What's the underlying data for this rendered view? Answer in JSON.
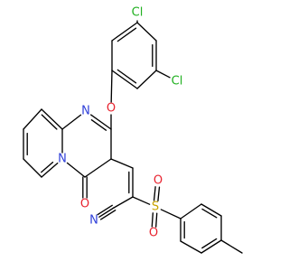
{
  "colors": {
    "bond": "#000000",
    "C": "#000000",
    "Cl": "#1fb01f",
    "O": "#e8232f",
    "N": "#2f3fd9",
    "S": "#c9a400"
  },
  "atoms": [
    {
      "id": "Cl1",
      "element": "Cl",
      "label": "Cl"
    },
    {
      "id": "Cl2",
      "element": "Cl",
      "label": "Cl"
    },
    {
      "id": "O_ether",
      "element": "O",
      "label": "O"
    },
    {
      "id": "N_ring",
      "element": "N",
      "label": "N"
    },
    {
      "id": "N_bridge",
      "element": "N",
      "label": "N"
    },
    {
      "id": "O_carbonyl",
      "element": "O",
      "label": "O"
    },
    {
      "id": "N_nitrile",
      "element": "N",
      "label": "N"
    },
    {
      "id": "S",
      "element": "S",
      "label": "S"
    },
    {
      "id": "O_s1",
      "element": "O",
      "label": "O"
    },
    {
      "id": "O_s2",
      "element": "O",
      "label": "O"
    }
  ]
}
